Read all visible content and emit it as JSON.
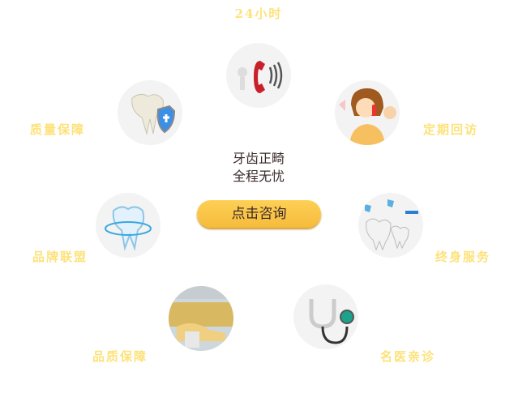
{
  "labels": {
    "hours24": "24小时",
    "quality": "质量保障",
    "followup": "定期回访",
    "brand": "品牌联盟",
    "lifetime": "终身服务",
    "product_quality": "品质保障",
    "doctor": "名医亲诊"
  },
  "center": {
    "line1": "牙齿正畸",
    "line2": "全程无忧",
    "button": "点击咨询"
  },
  "colors": {
    "label": "#fde27a",
    "button": "#f9c445"
  }
}
